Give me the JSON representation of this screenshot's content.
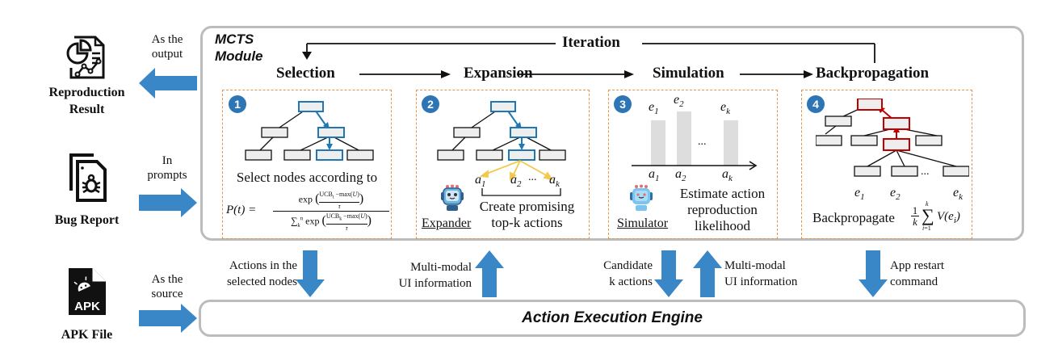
{
  "inputs": {
    "reproduction": {
      "label_line1": "Reproduction",
      "label_line2": "Result",
      "note_line1": "As the",
      "note_line2": "output",
      "icon": "report-chart-icon"
    },
    "bug_report": {
      "label": "Bug Report",
      "note_line1": "In",
      "note_line2": "prompts",
      "icon": "bug-document-icon"
    },
    "apk": {
      "label": "APK File",
      "note_line1": "As the",
      "note_line2": "source",
      "icon": "apk-file-icon",
      "icon_text": "APK"
    }
  },
  "module": {
    "title_line1": "MCTS",
    "title_line2": "Module",
    "iteration_label": "Iteration",
    "stages": [
      "Selection",
      "Expansion",
      "Simulation",
      "Backpropagation"
    ]
  },
  "steps": [
    {
      "number": "1",
      "text": "Select nodes according to",
      "formula": {
        "lhs": "P(t) =",
        "numerator": "exp (UCBₜ − max(U)) / τ",
        "denominator": "∑ₖⁿ exp (UCBₖ − max(U)) / τ"
      }
    },
    {
      "number": "2",
      "actions": [
        "a1",
        "a2",
        "...",
        "ak"
      ],
      "robot_label": "Expander",
      "text_line1": "Create promising",
      "text_line2": "top-k actions"
    },
    {
      "number": "3",
      "bars": [
        {
          "action": "a1",
          "estimate": "e1"
        },
        {
          "action": "a2",
          "estimate": "e2"
        },
        {
          "action": "ak",
          "estimate": "ek"
        }
      ],
      "ellipsis": "...",
      "robot_label": "Simulator",
      "text_line1": "Estimate action",
      "text_line2": "reproduction",
      "text_line3": "likelihood"
    },
    {
      "number": "4",
      "leaves": [
        "e1",
        "e2",
        "...",
        "ek"
      ],
      "text": "Backpropagate",
      "formula": "1/k ∑ V(eᵢ), i=1..k"
    }
  ],
  "flows": {
    "selected_actions": {
      "line1": "Actions in the",
      "line2": "selected nodes",
      "direction": "down"
    },
    "ui_info_1": {
      "line1": "Multi-modal",
      "line2": "UI information",
      "direction": "up"
    },
    "candidate_actions": {
      "line1": "Candidate",
      "line2": "k actions",
      "direction": "down"
    },
    "ui_info_2": {
      "line1": "Multi-modal",
      "line2": "UI information",
      "direction": "up"
    },
    "restart": {
      "line1": "App restart",
      "line2": "command",
      "direction": "down"
    }
  },
  "engine": {
    "title": "Action Execution Engine"
  },
  "colors": {
    "arrow_blue": "#3a87c8",
    "badge_blue": "#2e75b6",
    "select_blue": "#1f77b4",
    "backprop_red": "#c00000",
    "expand_yellow": "#f2c94c",
    "dash_orange": "#e8924a",
    "box_gray": "#bcbcbc",
    "node_fill": "#eeeeee"
  }
}
